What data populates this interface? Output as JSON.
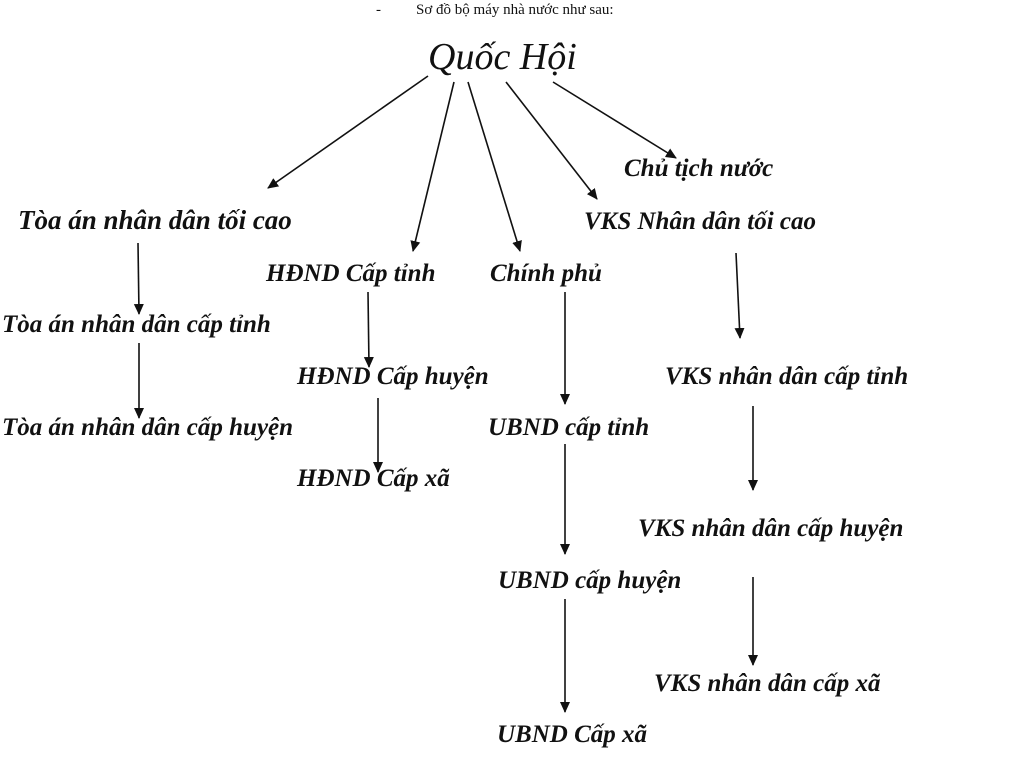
{
  "caption": {
    "bullet": "-",
    "text": "Sơ đồ bộ máy nhà nước như sau:"
  },
  "nodes": {
    "root": "Quốc Hội",
    "president": "Chủ tịch nước",
    "court_supreme": "Tòa án nhân dân tối cao",
    "court_province": "Tòa án nhân dân cấp tỉnh",
    "court_district": "Tòa án nhân dân cấp huyện",
    "council_province": "HĐND  Cấp tỉnh",
    "council_district": "HĐND  Cấp huyện",
    "council_commune": "HĐND  Cấp xã",
    "government": "Chính  phủ",
    "committee_province": "UBND  cấp tỉnh",
    "committee_district": "UBND  cấp huyện",
    "committee_commune": "UBND  Cấp xã",
    "procuracy_supreme": "VKS  Nhân dân tối cao",
    "procuracy_province": "VKS  nhân dân cấp tỉnh",
    "procuracy_district": "VKS  nhân dân cấp huyện",
    "procuracy_commune": "VKS  nhân dân cấp xã"
  },
  "colors": {
    "text": "#111111",
    "arrow": "#111111"
  }
}
